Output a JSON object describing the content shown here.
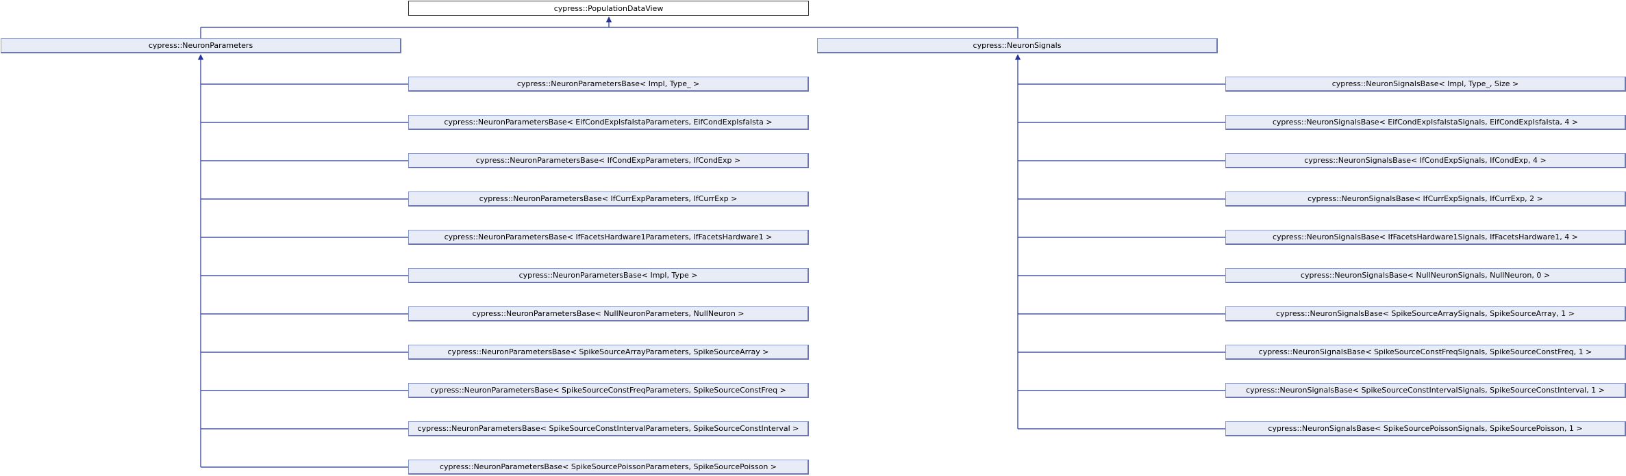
{
  "diagram": {
    "root": "cypress::PopulationDataView",
    "left_parent": "cypress::NeuronParameters",
    "right_parent": "cypress::NeuronSignals",
    "left_children": [
      "cypress::NeuronParametersBase< Impl, Type_ >",
      "cypress::NeuronParametersBase< EifCondExpIsfaIstaParameters, EifCondExpIsfaIsta >",
      "cypress::NeuronParametersBase< IfCondExpParameters, IfCondExp >",
      "cypress::NeuronParametersBase< IfCurrExpParameters, IfCurrExp >",
      "cypress::NeuronParametersBase< IfFacetsHardware1Parameters, IfFacetsHardware1 >",
      "cypress::NeuronParametersBase< Impl, Type >",
      "cypress::NeuronParametersBase< NullNeuronParameters, NullNeuron >",
      "cypress::NeuronParametersBase< SpikeSourceArrayParameters, SpikeSourceArray >",
      "cypress::NeuronParametersBase< SpikeSourceConstFreqParameters, SpikeSourceConstFreq >",
      "cypress::NeuronParametersBase< SpikeSourceConstIntervalParameters, SpikeSourceConstInterval >",
      "cypress::NeuronParametersBase< SpikeSourcePoissonParameters, SpikeSourcePoisson >"
    ],
    "right_children": [
      "cypress::NeuronSignalsBase< Impl, Type_, Size >",
      "cypress::NeuronSignalsBase< EifCondExpIsfaIstaSignals, EifCondExpIsfaIsta, 4 >",
      "cypress::NeuronSignalsBase< IfCondExpSignals, IfCondExp, 4 >",
      "cypress::NeuronSignalsBase< IfCurrExpSignals, IfCurrExp, 2 >",
      "cypress::NeuronSignalsBase< IfFacetsHardware1Signals, IfFacetsHardware1, 4 >",
      "cypress::NeuronSignalsBase< NullNeuronSignals, NullNeuron, 0 >",
      "cypress::NeuronSignalsBase< SpikeSourceArraySignals, SpikeSourceArray, 1 >",
      "cypress::NeuronSignalsBase< SpikeSourceConstFreqSignals, SpikeSourceConstFreq, 1 >",
      "cypress::NeuronSignalsBase< SpikeSourceConstIntervalSignals, SpikeSourceConstInterval, 1 >",
      "cypress::NeuronSignalsBase< SpikeSourcePoissonSignals, SpikeSourcePoisson, 1 >"
    ],
    "colors": {
      "edge": "#26349a",
      "node_fill": "#e8ecf6",
      "node_border": "#8a96c4",
      "root_fill": "#ffffff"
    }
  }
}
